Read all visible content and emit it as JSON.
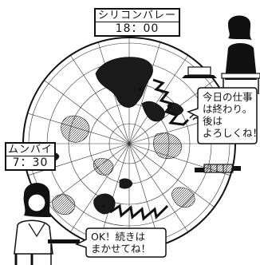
{
  "silicon_valley": {
    "city": "シリコンバレー",
    "time": "18：00"
  },
  "mumbai": {
    "city": "ムンバイ",
    "time": "7：30"
  },
  "speech_right": "今日の仕事\nは終わり。\n後は\nよろしくね！",
  "speech_left": "OK！続きは\nまかせてね！",
  "colors": {
    "ink": "#111111",
    "paper": "#ffffff",
    "land": "#1a1a1a"
  },
  "icons": [
    "globe-icon",
    "satellite-icon",
    "signal-zigzag-icon",
    "person-icon",
    "laptop-icon"
  ]
}
